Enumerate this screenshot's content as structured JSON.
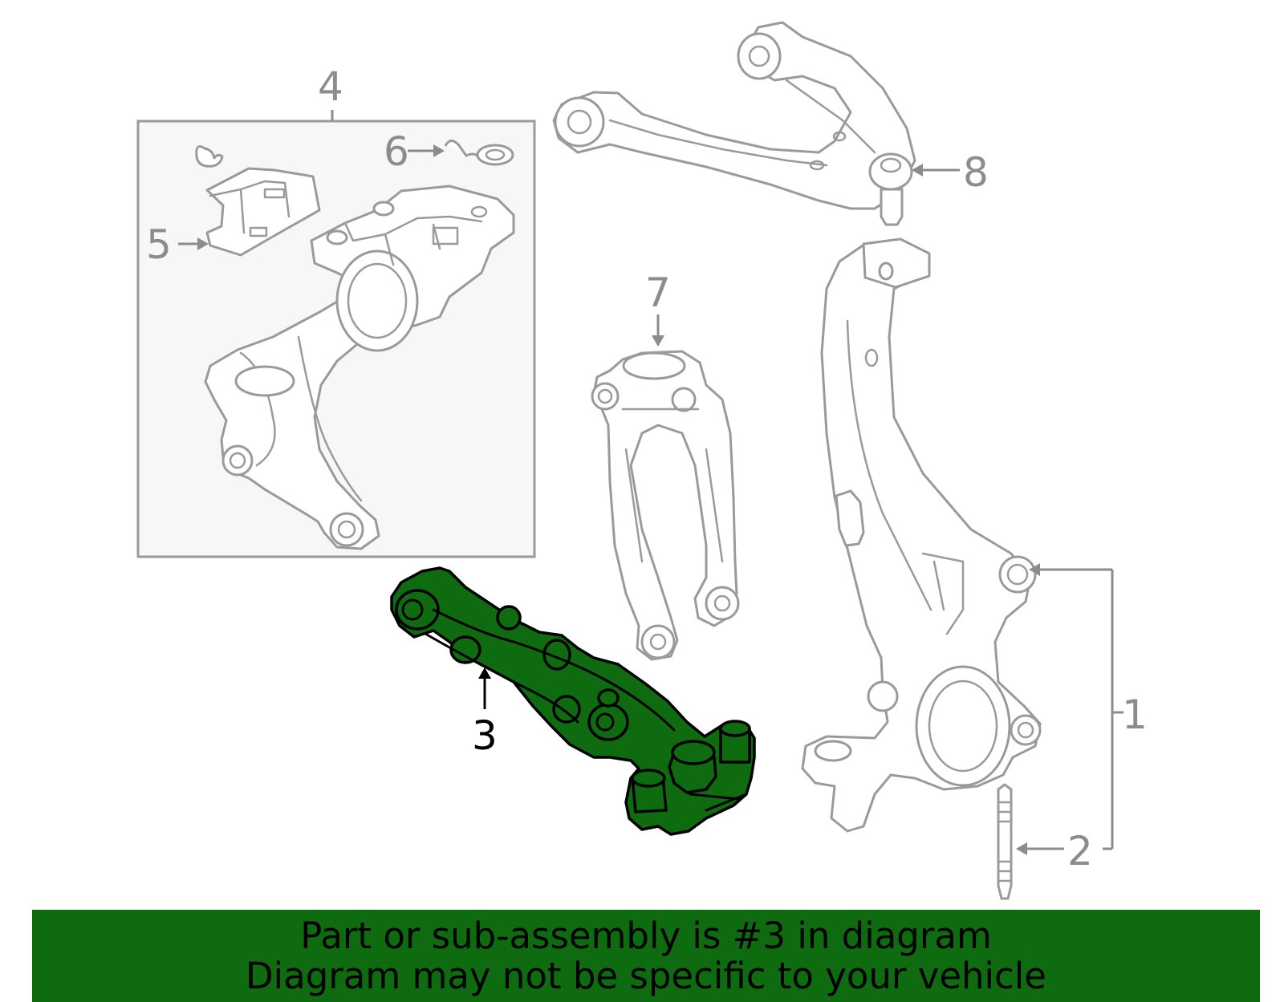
{
  "callouts": [
    {
      "id": "1",
      "label": "1"
    },
    {
      "id": "2",
      "label": "2"
    },
    {
      "id": "3",
      "label": "3"
    },
    {
      "id": "4",
      "label": "4"
    },
    {
      "id": "5",
      "label": "5"
    },
    {
      "id": "6",
      "label": "6"
    },
    {
      "id": "7",
      "label": "7"
    },
    {
      "id": "8",
      "label": "8"
    }
  ],
  "highlighted_part": "3",
  "colors": {
    "highlight": "#0f6b0f",
    "outline": "#9a9a9a",
    "label": "#8c8c8c",
    "banner_bg": "#0f6b0f",
    "assembly_box_bg": "#f7f7f7"
  },
  "banner": {
    "line1": "Part or sub-assembly is #3 in diagram",
    "line2": "Diagram may not be specific to your vehicle"
  }
}
